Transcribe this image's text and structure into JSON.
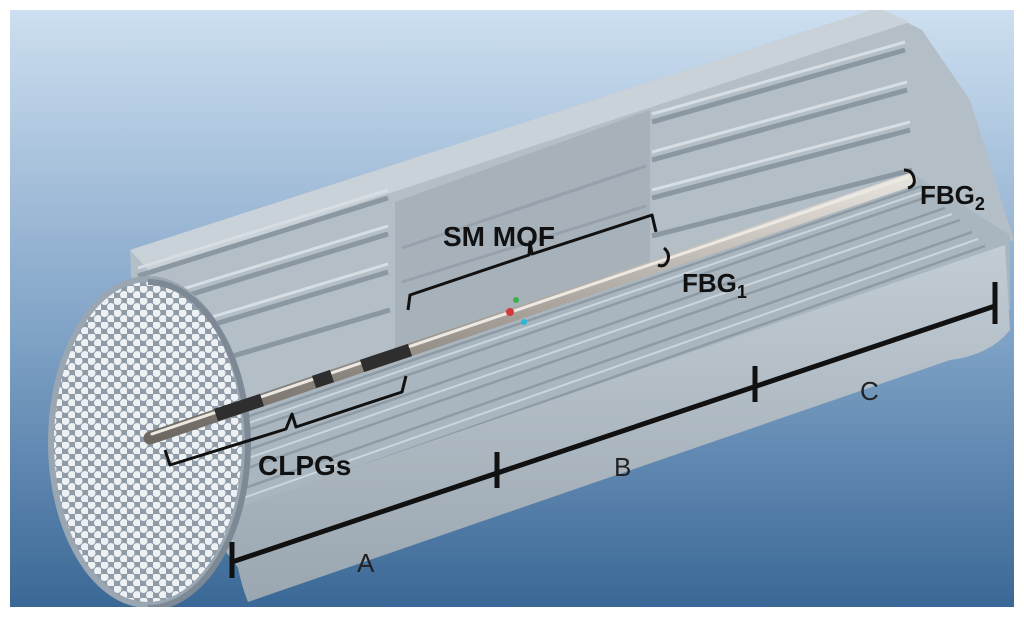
{
  "labels": {
    "sm_mof": "SM  MOF",
    "clpgs": "CLPGs",
    "fbg1_base": "FBG",
    "fbg1_sub": "1",
    "fbg2_base": "FBG",
    "fbg2_sub": "2",
    "section_a": "A",
    "section_b": "B",
    "section_c": "C"
  },
  "colors": {
    "background_top": "#c6d9ec",
    "background_bottom": "#3d6c9a",
    "fiber_body": "#b4bfc8",
    "fiber_shadow": "#8e9aa4",
    "core_fiber": "#9a9590",
    "grating": "#2c2c2c",
    "scale_bar": "#111111"
  }
}
